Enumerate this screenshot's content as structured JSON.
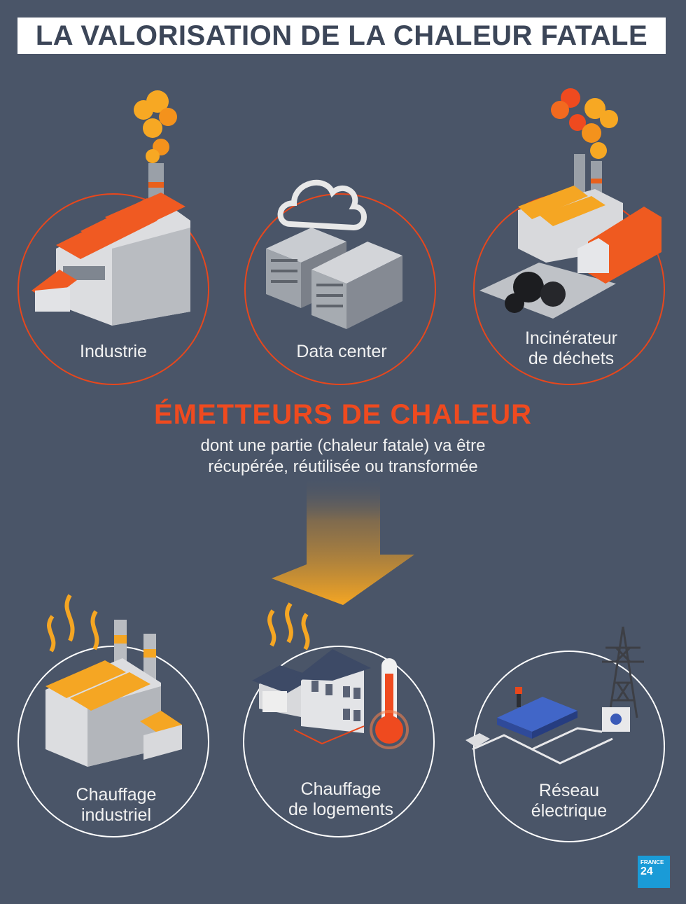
{
  "title": "LA VALORISATION DE LA CHALEUR FATALE",
  "emitters": {
    "heading": "ÉMETTEURS DE CHALEUR",
    "description_line1": "dont une partie (chaleur fatale) va être",
    "description_line2": "récupérée, réutilisée ou transformée",
    "items": [
      {
        "line1": "Industrie",
        "line2": ""
      },
      {
        "line1": "Data center",
        "line2": ""
      },
      {
        "line1": "Incinérateur",
        "line2": "de déchets"
      }
    ]
  },
  "uses": {
    "items": [
      {
        "line1": "Chauffage",
        "line2": "industriel"
      },
      {
        "line1": "Chauffage",
        "line2": "de logements"
      },
      {
        "line1": "Réseau",
        "line2": "électrique"
      }
    ]
  },
  "logo": {
    "line1": "FRANCE",
    "line2": "24"
  },
  "colors": {
    "background": "#4a5568",
    "accent": "#ef4a1f",
    "arrow": "#f5a623"
  }
}
